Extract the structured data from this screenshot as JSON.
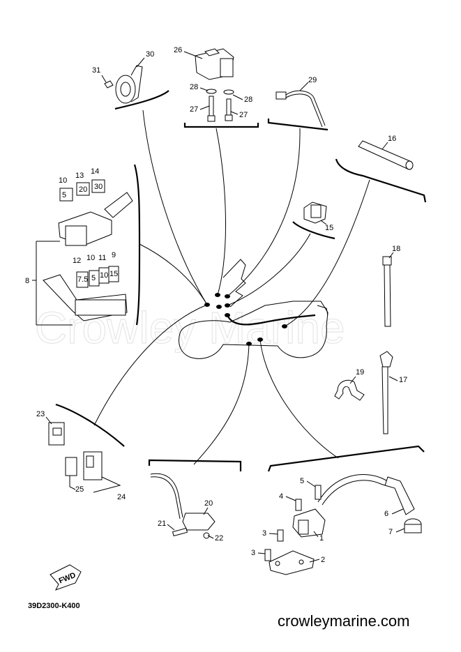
{
  "watermark": "Crowley Marine",
  "diagram_code": "39D2300-K400",
  "website": "crowleymarine.com",
  "fwd_label": "FWD",
  "callouts": {
    "c1": "1",
    "c2": "2",
    "c3a": "3",
    "c3b": "3",
    "c4": "4",
    "c5": "5",
    "c6": "6",
    "c7": "7",
    "c8": "8",
    "c9": "9",
    "c10a": "10",
    "c10b": "10",
    "c11": "11",
    "c12": "12",
    "c13": "13",
    "c14": "14",
    "c15": "15",
    "c16": "16",
    "c17": "17",
    "c18": "18",
    "c19": "19",
    "c20": "20",
    "c21": "21",
    "c22": "22",
    "c23": "23",
    "c24": "24",
    "c25": "25",
    "c26": "26",
    "c27a": "27",
    "c27b": "27",
    "c28a": "28",
    "c28b": "28",
    "c29": "29",
    "c30": "30",
    "c31": "31"
  },
  "fuse_labels": {
    "top_5": "5",
    "top_20": "20",
    "top_30": "30",
    "bot_7_5": "7.5",
    "bot_5": "5",
    "bot_10": "10",
    "bot_15": "15"
  }
}
